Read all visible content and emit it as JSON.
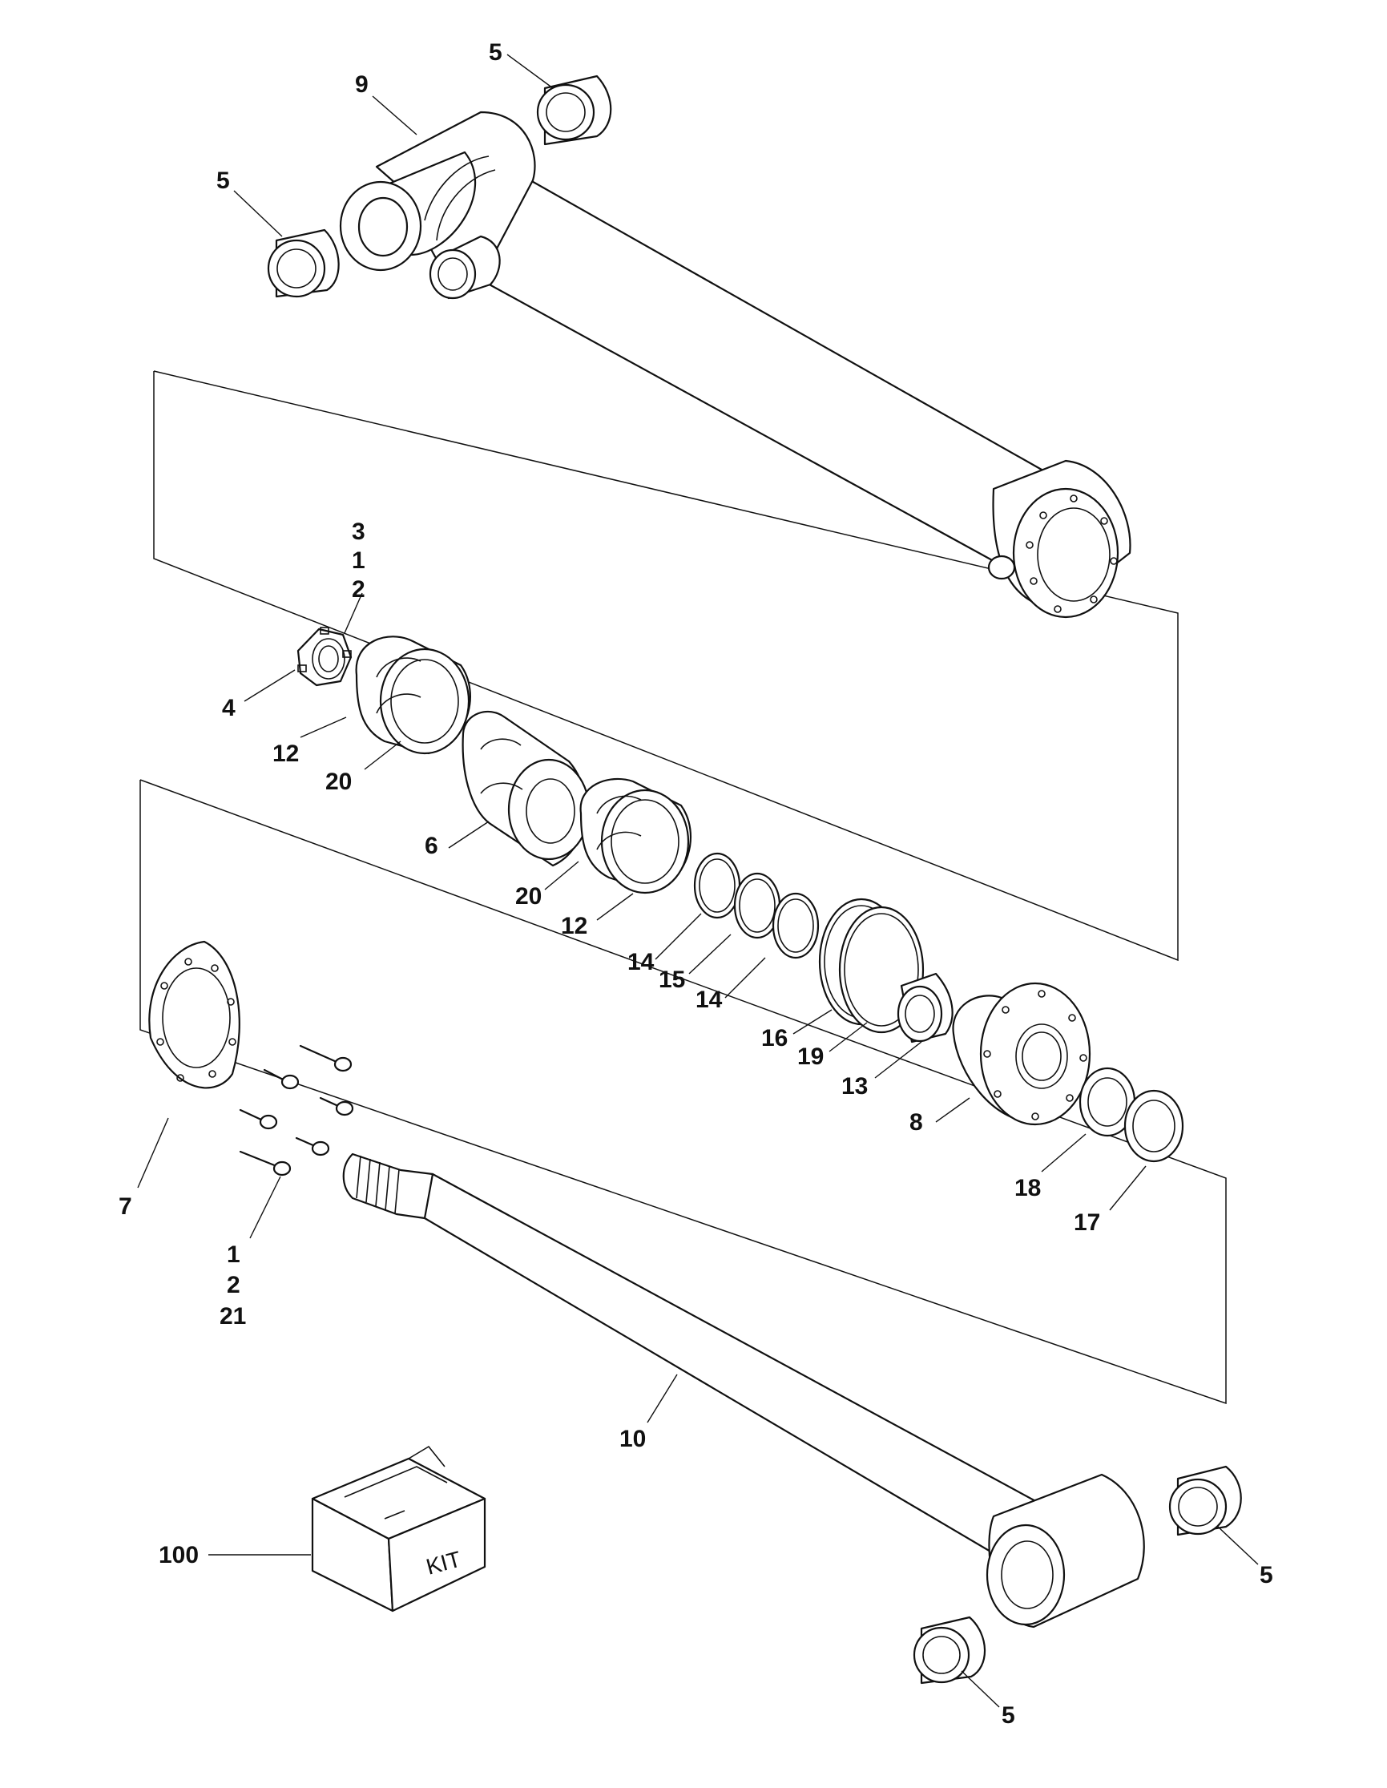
{
  "callouts": {
    "c5_top": "5",
    "c9": "9",
    "c5_left": "5",
    "c3": "3",
    "c1_upper": "1",
    "c2_upper": "2",
    "c4": "4",
    "c12_a": "12",
    "c20_a": "20",
    "c6": "6",
    "c20_b": "20",
    "c12_b": "12",
    "c14_a": "14",
    "c15": "15",
    "c14_b": "14",
    "c16": "16",
    "c19": "19",
    "c13": "13",
    "c8": "8",
    "c18": "18",
    "c17": "17",
    "c7": "7",
    "c1_lower": "1",
    "c2_lower": "2",
    "c21": "21",
    "c10": "10",
    "c100": "100",
    "c5_right": "5",
    "c5_bottom": "5"
  },
  "kit_box_text": "KIT"
}
